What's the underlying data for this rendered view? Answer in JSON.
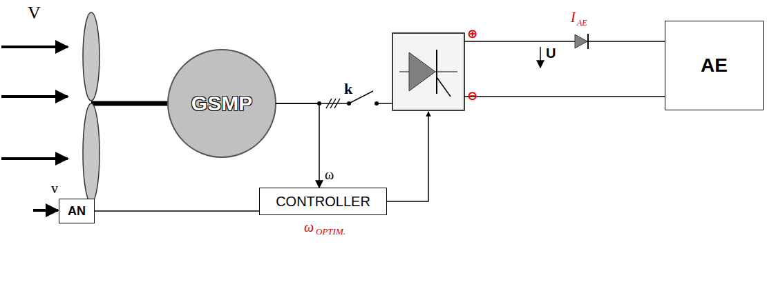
{
  "diagram": {
    "nodes": [
      {
        "text": [
          "GSMP"
        ]
      },
      {
        "text": [
          "AE"
        ]
      },
      {
        "text": [
          "AN"
        ]
      },
      {
        "text": [
          "CONTROLLER"
        ]
      }
    ],
    "edges": [
      {
        "from": 0,
        "to": 3,
        "arrow": "to",
        "label": "ω"
      },
      {
        "from": 2,
        "to": 3,
        "arrow": "none"
      }
    ],
    "labels": [
      "V",
      "k",
      "⊕",
      "⊖",
      "U",
      "I",
      "AE",
      "v",
      "ω",
      "OPTIM."
    ]
  }
}
